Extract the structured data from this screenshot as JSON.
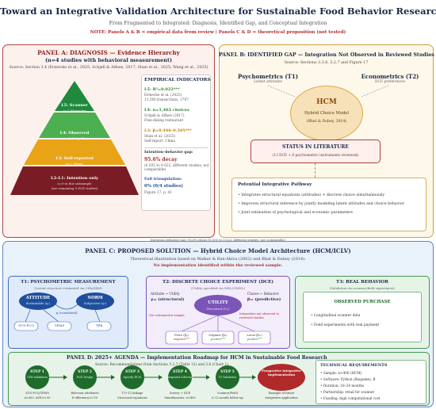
{
  "header": {
    "title": "Toward an Integrative Validation Architecture for Sustainable Food Behavior Research",
    "subtitle": "From Fragmented to Integrated: Diagnosis, Identified Gap, and Conceptual Integration",
    "note": "NOTE: Panels A & B = empirical data from review | Panels C & D = theoretical proposition (not tested)"
  },
  "panel_a": {
    "title": "PANEL A: DIAGNOSIS — Evidence Hierarchy",
    "subtitle": "(n=4 studies with behavioral measurement)",
    "source": "Source: Section 3.4 (Ermecke et al., 2025; Schjøll & Alfnes, 2017; Shan et al., 2025; Wang et al., 2025)",
    "levels": [
      {
        "label": "L5: Scanner",
        "sub": "n=1 (Ermecke)"
      },
      {
        "label": "L4: Observed",
        "sub": "n=1 (Schjøll)"
      },
      {
        "label": "L3: Self-reported",
        "sub": "n=1 (Shan)"
      },
      {
        "label": "L2–L1: Intention only",
        "sub": "n=0 in this subsample",
        "sub2": "(see remaining 9 DCE studies)"
      }
    ],
    "indicators": {
      "title": "EMPIRICAL INDICATORS",
      "items": [
        {
          "value": "L5: R²=0.022***",
          "l1": "Ermecke et al. (2025)",
          "l2": "11.5M transactions, 1797"
        },
        {
          "value": "L4: n=1,462 choices",
          "l1": "Schjøll & Alfnes (2017)",
          "l2": "Fine-dining restaurant"
        },
        {
          "value": "L3: β=0.446–0.505***",
          "l1": "Shan et al. (2025)",
          "l2": "Self-report, China"
        }
      ],
      "gap_label": "Intention–behavior gap:",
      "gap_value": "95.6% decay",
      "gap_note": "(0.505 to 0.022, different studies, not comparable)",
      "tri_label": "Full triangulation:",
      "tri_value": "0% (0/4 studies)",
      "tri_note": "Figure 17, p. 41"
    }
  },
  "panel_b": {
    "title": "PANEL B: IDENTIFIED GAP — Integration Not Observed in Reviewed Studies",
    "source": "Source: Sections 3.3.6, 3.2.7 and Figure 17",
    "psychometrics": "Psychometrics (T1)",
    "psychometrics_sub": "Latent attitudes",
    "econometrics": "Econometrics (T2)",
    "econometrics_sub": "DCE preferences",
    "hcm_title": "HCM",
    "hcm_sub": "Hybrid Choice Model",
    "hcm_ref": "(Bhat & Dubey, 2014)",
    "status_title": "STATUS IN LITERATURE",
    "status_text": "(13 DCE + 8 psychometric instruments reviewed)",
    "pathway_title": "Potential Integrative Pathway",
    "pathway_items": [
      "Integrates structural equations (attitudes) + discrete choice simultaneously",
      "Improves structural inference by jointly modeling latent attitudes and choice behavior",
      "Joint estimation of psychological and economic parameters"
    ]
  },
  "panel_c": {
    "gap_note": "Intention–behavior gap: 95.6% decay (0.505 to 0.022, different studies, not comparable)",
    "title": "PANEL C: PROPOSED SOLUTION — Hybrid Choice Model Architecture (HCM/ICLV)",
    "sub1": "Theoretical illustration based on Walker & Ben-Akiva (2002) and Bhat & Dubey (2014).",
    "sub2": "No implementation identified within the reviewed sample.",
    "t1": {
      "title": "T1: PSYCHOMETRIC MEASUREMENT",
      "sub": "(Latent structure estimated via CFA/SEM)",
      "attitude": "ATTITUDE",
      "attitude_sub": "Sustainable (η₁)",
      "norm": "NORM",
      "norm_sub": "Subjective (η₂)",
      "corr": "ψ (correlated)",
      "inds": [
        "SUS-FCQ",
        "TEMS",
        "TPB"
      ]
    },
    "t2": {
      "title": "T2: DISCRETE CHOICE EXPERIMENT (DCE)",
      "sub": "(Utility specified via MXL/GMNL)",
      "left_label": "Attitude → Utility",
      "left_gamma": "γ₁₁ (structural)",
      "right_label": "Choice ← Behavior",
      "right_beta": "β₁₂ (predictive)",
      "utility": "UTILITY",
      "utility_sub": "Perceived (Uᵢⱼ)",
      "not_est": "Not estimated in sample",
      "not_obs": "Integration not observed in reviewed studies",
      "attrs": [
        {
          "name": "Price (βₚ)",
          "note": "negative***"
        },
        {
          "name": "Organic (βₒ)",
          "note": "positive***"
        },
        {
          "name": "Local (βₗₒ)",
          "note": "positive***"
        }
      ]
    },
    "t3": {
      "title": "T3: REAL BEHAVIOR",
      "sub": "(Validation via scanner/field experiment)",
      "obs_title": "OBSERVED PURCHASE",
      "obs_items": [
        "Longitudinal scanner data",
        "Field experiments with real payment"
      ]
    }
  },
  "panel_d": {
    "title": "PANEL D: 2025+ AGENDA — Implementation Roadmap for HCM in Sustainable Food Research",
    "source": "Source: Recommendations from Sections 3.2.7 (Table 12) and 3.6 (Chart 1)",
    "steps": [
      {
        "n": "STEP 1",
        "name": "CFA Validation",
        "l1": "SUS-FCQ/TEMS",
        "l2": "n>300, AVE>0.50"
      },
      {
        "n": "STEP 2",
        "name": "DCE Design",
        "l1": "Relevant attributes",
        "l2": "D-efficiency<0.10"
      },
      {
        "n": "STEP 3",
        "name": "Specify HCM",
        "l1": "T1+T2 linkage",
        "l2": "Structural equations"
      },
      {
        "n": "STEP 4",
        "name": "Integrated Collection",
        "l1": "Survey + DCE",
        "l2": "Simultaneous, n>400"
      },
      {
        "n": "STEP 5",
        "name": "T3 Validation",
        "l1": "Scanner/Field",
        "l2": "6–12 month follow-up"
      }
    ],
    "final": "Prospective Integrative Implementation",
    "final_l1": "Example of future",
    "final_l2": "integrative application",
    "tech_title": "TECHNICAL REQUIREMENTS",
    "tech_items": [
      "Sample: n>400 (HCM)",
      "Software: Python (Biogeme), R",
      "Duration: 18–24 months",
      "Partnership: retail for scanner",
      "Funding: high computational cost"
    ]
  },
  "colors": {
    "red": "#b02a2a",
    "navy": "#1b2a4a",
    "green": "#1f6b2b",
    "purple": "#7b55b8",
    "gold": "#d0a040"
  }
}
